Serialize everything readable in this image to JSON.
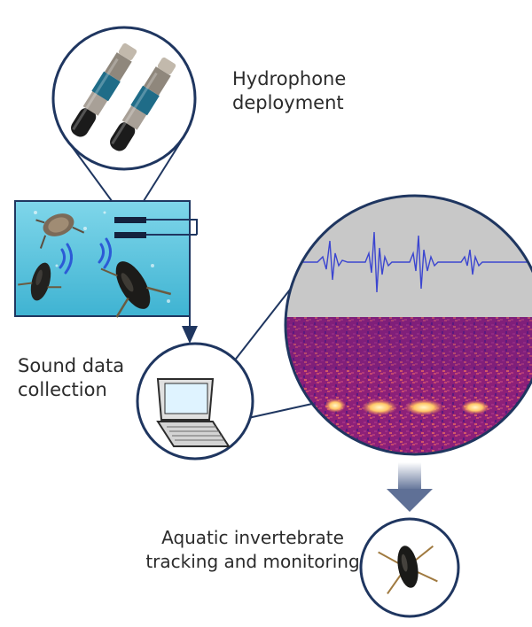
{
  "labels": {
    "hydrophone": [
      "Hydrophone",
      "deployment"
    ],
    "sound": [
      "Sound data",
      "collection"
    ],
    "tracking": [
      "Aquatic invertebrate",
      "tracking and monitoring"
    ]
  },
  "colors": {
    "outline": "#1f3660",
    "water": "#5ec4dc",
    "waveform": "#3b45d0",
    "waveform_bg": "#c8c8c8",
    "spectrogram_bg": "#8a1e7a",
    "spectrogram_hot": "#ffe08a",
    "arrow": "#6a7aa0"
  },
  "icons": {
    "hydrophones": "hydrophone-pair-icon",
    "water_panel": "water-tank-with-beetles-icon",
    "sound_waves": "sound-wave-icon",
    "laptop": "laptop-icon",
    "beetle": "water-beetle-icon"
  }
}
